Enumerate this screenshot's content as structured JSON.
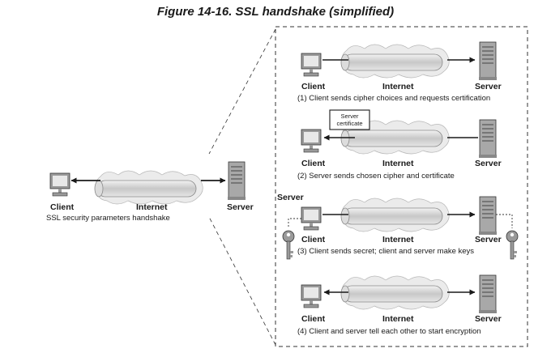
{
  "figure": {
    "title": "Figure 14-16. SSL handshake (simplified)"
  },
  "overview": {
    "client": "Client",
    "internet": "Internet",
    "server": "Server",
    "caption": "SSL security parameters handshake"
  },
  "steps": [
    {
      "client": "Client",
      "internet": "Internet",
      "server": "Server",
      "caption": "(1) Client sends cipher choices and requests certification"
    },
    {
      "client": "Client",
      "internet": "Internet",
      "server": "Server",
      "caption": "(2) Server sends chosen cipher and certificate",
      "badge_line1": "Server",
      "badge_line2": "certificate"
    },
    {
      "client": "Client",
      "internet": "Internet",
      "server": "Server",
      "caption": "(3) Client sends secret; client and server make keys",
      "side_label": "Server"
    },
    {
      "client": "Client",
      "internet": "Internet",
      "server": "Server",
      "caption": "(4) Client and server tell each other to start encryption"
    }
  ],
  "icons": {
    "client": "computer-icon",
    "server": "server-tower-icon",
    "cloud": "cloud-tube-icon",
    "key": "key-icon"
  },
  "colors": {
    "ink": "#1a1a1a",
    "tube": "#d4d4d4",
    "tube_edge": "#8a8a8a",
    "device": "#9a9a9a"
  }
}
